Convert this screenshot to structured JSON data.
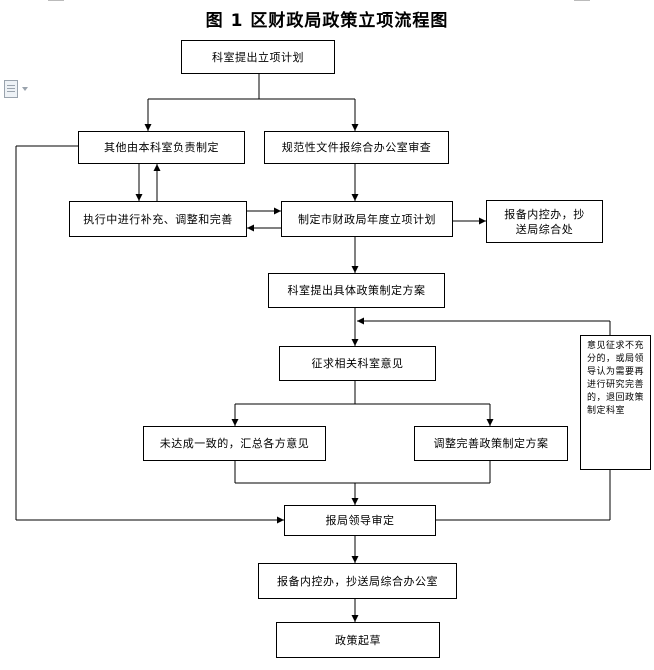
{
  "title": "图 1    区财政局政策立项流程图",
  "boxes": {
    "propose": "科室提出立项计划",
    "other_dept": "其他由本科室负责制定",
    "normative": "规范性文件报综合办公室审查",
    "execution": "执行中进行补充、调整和完善",
    "annual_plan": "制定市财政局年度立项计划",
    "report_control_1": "报备内控办，抄送局综合处",
    "specific_plan": "科室提出具体政策制定方案",
    "solicit": "征求相关科室意见",
    "disagree": "未达成一致的，汇总各方意见",
    "adjust": "调整完善政策制定方案",
    "leader_review": "报局领导审定",
    "report_control_2": "报备内控办，抄送局综合办公室",
    "draft": "政策起草",
    "note": "意见征求不充分的，或局领导认为需要再进行研究完善的，退回政策制定科室"
  },
  "icons": {
    "doc": "document-icon"
  }
}
